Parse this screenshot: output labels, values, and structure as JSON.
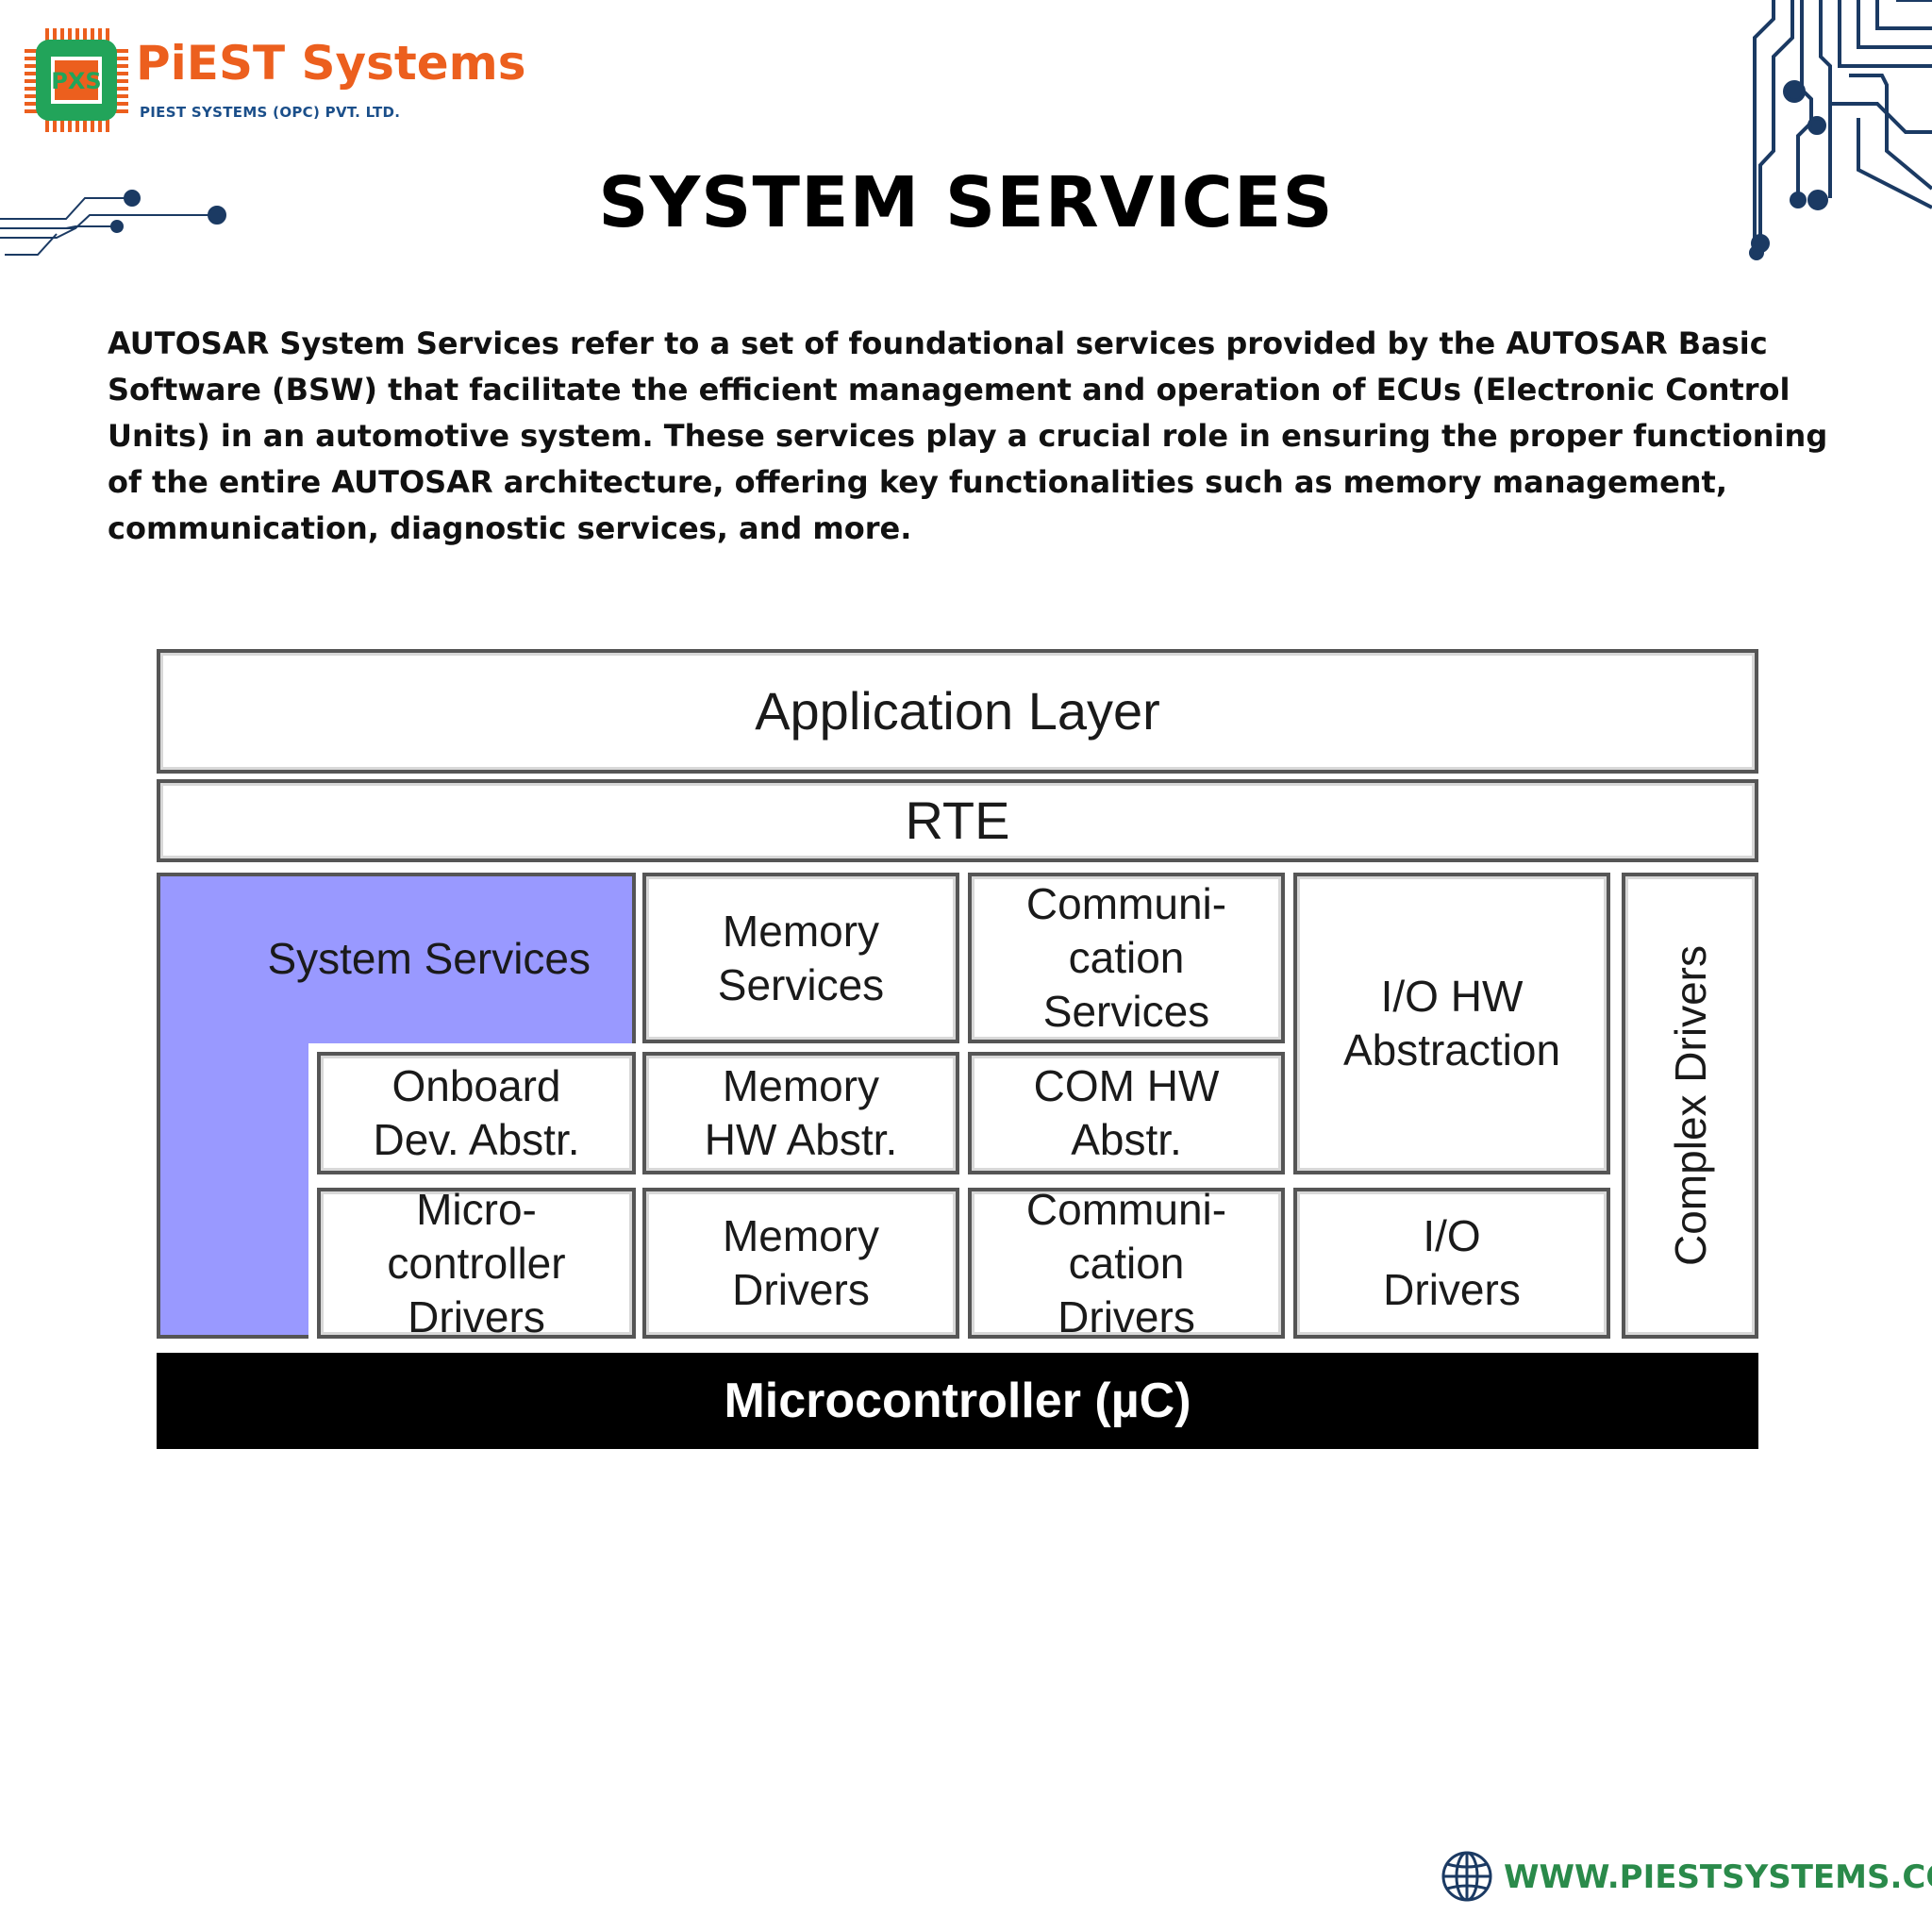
{
  "brand": {
    "logo_mark": "PXS",
    "name": "PiEST Systems",
    "subtitle": "PIEST SYSTEMS (OPC) PVT. LTD.",
    "colors": {
      "orange": "#ec5f1e",
      "green": "#22a45a",
      "blue": "#1b4f8a"
    }
  },
  "page": {
    "title": "SYSTEM SERVICES",
    "intro": "AUTOSAR System Services refer to a set of foundational services provided by the AUTOSAR Basic Software (BSW) that facilitate the efficient management and operation of ECUs (Electronic Control Units) in an automotive system. These services play a crucial role in ensuring the proper functioning of the entire AUTOSAR architecture, offering key functionalities such as memory management, communication, diagnostic services, and more."
  },
  "diagram": {
    "application_layer": "Application Layer",
    "rte": "RTE",
    "system_services": "System Services",
    "memory_services": "Memory\nServices",
    "communication_services": "Communi-\ncation\nServices",
    "io_hw_abstraction": "I/O HW\nAbstraction",
    "complex_drivers": "Complex Drivers",
    "onboard_dev_abstr": "Onboard\nDev. Abstr.",
    "memory_hw_abstr": "Memory\nHW Abstr.",
    "com_hw_abstr": "COM HW\nAbstr.",
    "microcontroller_drivers": "Micro-\ncontroller\nDrivers",
    "memory_drivers": "Memory\nDrivers",
    "communication_drivers": "Communi-\ncation\nDrivers",
    "io_drivers": "I/O\nDrivers",
    "microcontroller": "Microcontroller (µC)",
    "highlight_color": "#9999ff"
  },
  "footer": {
    "website": "WWW.PIESTSYSTEMS.COM",
    "icon": "globe-icon"
  }
}
